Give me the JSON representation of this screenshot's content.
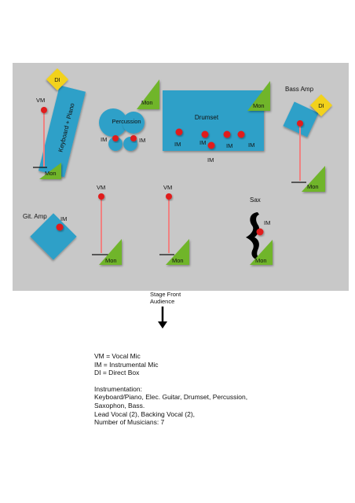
{
  "stage_labels": {
    "di": "DI",
    "vm": "VM",
    "im": "IM",
    "mon": "Mon",
    "keyboard": "Keyboard + Piano",
    "percussion": "Percussion",
    "drumset": "Drumset",
    "bass_amp": "Bass Amp",
    "git_amp": "Git. Amp",
    "sax": "Sax",
    "stage_front": "Stage Front",
    "audience": "Audience"
  },
  "legend": {
    "vm": "VM = Vocal Mic",
    "im": "IM = Instrumental Mic",
    "di": "DI = Direct Box",
    "instrumentation_heading": "Instrumentation:",
    "instrumentation_line1": "Keyboard/Piano, Elec. Guitar, Drumset, Percussion,",
    "instrumentation_line2": "Saxophon, Bass.",
    "vocals": "Lead Vocal (2), Backing Vocal (2),",
    "musicians": "Number of Musicians: 7"
  },
  "colors": {
    "stage": "#c8c8c8",
    "instrument": "#2ea0c8",
    "monitor": "#6fb52c",
    "di_box": "#f2d21a",
    "mic": "#e01b1b",
    "mic_stand": "#f08080"
  }
}
